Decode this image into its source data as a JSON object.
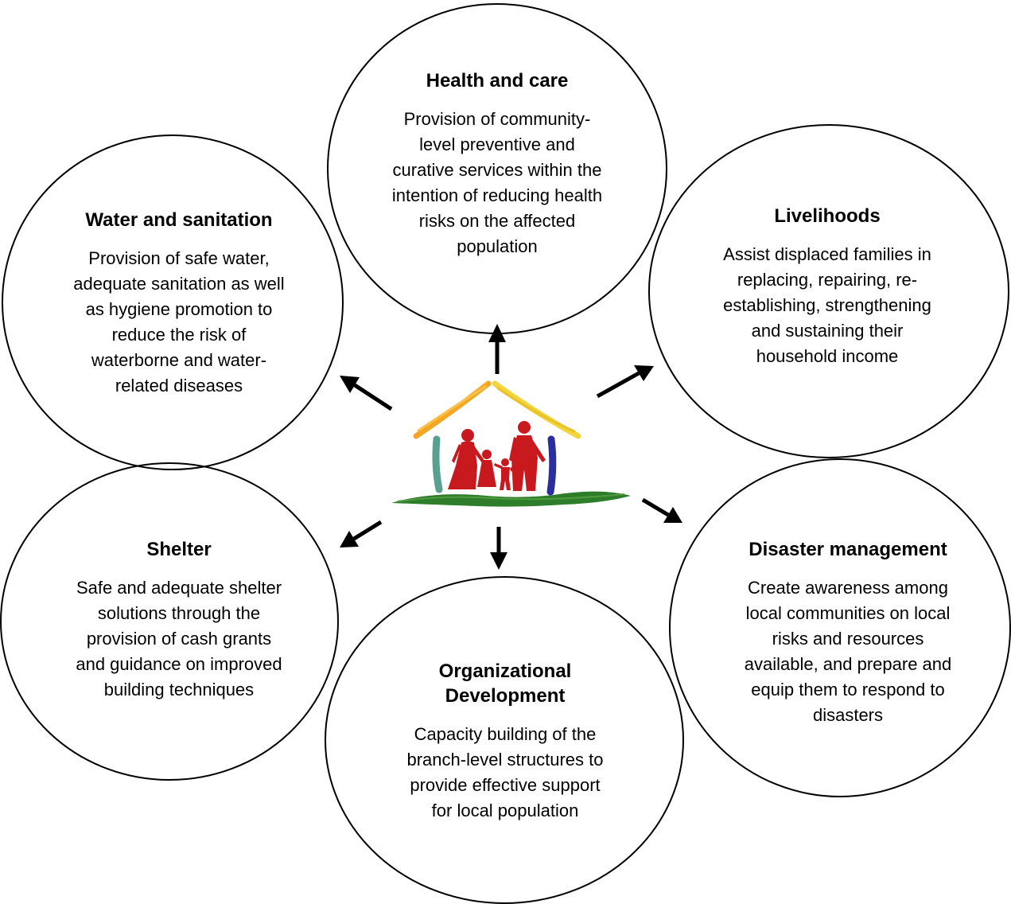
{
  "nodes": {
    "health": {
      "title": "Health and care",
      "description": "Provision of community-\nlevel preventive and\ncurative services within the\nintention of reducing health\nrisks on the affected\npopulation"
    },
    "water": {
      "title": "Water and sanitation",
      "description": "Provision of safe water,\nadequate sanitation as well\nas hygiene promotion to\nreduce the risk of\nwaterborne and water-\nrelated diseases"
    },
    "livelihoods": {
      "title": "Livelihoods",
      "description": "Assist displaced families in\nreplacing, repairing, re-\nestablishing, strengthening\nand sustaining their\nhousehold income"
    },
    "shelter": {
      "title": "Shelter",
      "description": "Safe and adequate shelter\nsolutions through the\nprovision of cash grants\nand guidance on improved\nbuilding techniques"
    },
    "disaster": {
      "title": "Disaster management",
      "description": "Create awareness among\nlocal communities on local\nrisks and resources\navailable, and prepare and\nequip them to respond to\ndisasters"
    },
    "organizational": {
      "title": "Organizational\nDevelopment",
      "description": "Capacity building of the\nbranch-level structures to\nprovide effective support\nfor local population"
    }
  },
  "logo": {
    "icon": "family-house-icon",
    "colors": {
      "roof_left": "#f5a623",
      "roof_right": "#f3d43a",
      "wall_left": "#5aa08f",
      "wall_right": "#2b2e9e",
      "family": "#c8191e",
      "ground": "#2e7d2b"
    }
  },
  "arrow_color": "#000000"
}
